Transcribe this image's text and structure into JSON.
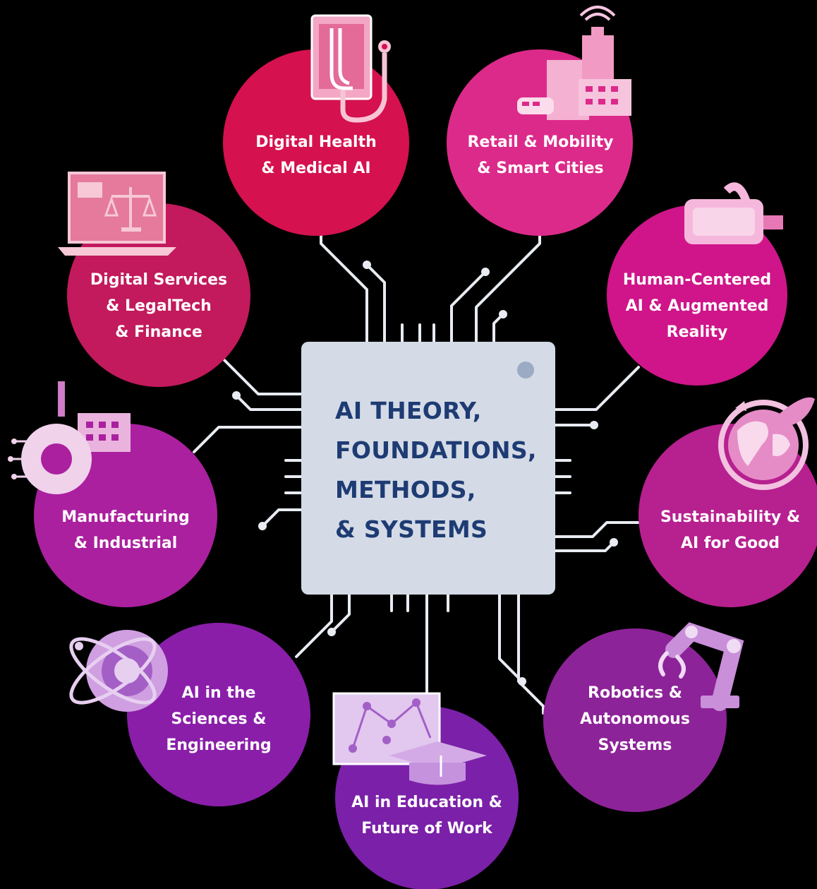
{
  "center": {
    "lines": [
      "AI THEORY,",
      "FOUNDATIONS,",
      "METHODS,",
      "& SYSTEMS"
    ]
  },
  "domains": [
    {
      "id": "digital-health",
      "lines": [
        "Digital Health",
        "& Medical AI"
      ],
      "color": "#d5114f",
      "icon": "stethoscope-tablet-icon"
    },
    {
      "id": "retail-mobility",
      "lines": [
        "Retail & Mobility",
        "& Smart Cities"
      ],
      "color": "#dc2a8a",
      "icon": "smart-city-icon"
    },
    {
      "id": "human-centered",
      "lines": [
        "Human-Centered",
        "AI & Augmented",
        "Reality"
      ],
      "color": "#cf1589",
      "icon": "vr-headset-icon"
    },
    {
      "id": "sustainability",
      "lines": [
        "Sustainability &",
        "AI for Good"
      ],
      "color": "#b7208f",
      "icon": "globe-leaf-icon"
    },
    {
      "id": "robotics",
      "lines": [
        "Robotics &",
        "Autonomous",
        "Systems"
      ],
      "color": "#8d2398",
      "icon": "robot-arm-icon"
    },
    {
      "id": "education",
      "lines": [
        "AI in Education &",
        "Future of Work"
      ],
      "color": "#7b20a8",
      "icon": "graduation-cap-icon"
    },
    {
      "id": "sciences",
      "lines": [
        "AI in the",
        "Sciences &",
        "Engineering"
      ],
      "color": "#8a1ea9",
      "icon": "atom-gear-icon"
    },
    {
      "id": "manufacturing",
      "lines": [
        "Manufacturing",
        "& Industrial"
      ],
      "color": "#ab209f",
      "icon": "factory-gear-icon"
    },
    {
      "id": "digital-services",
      "lines": [
        "Digital Services",
        "& LegalTech",
        "& Finance"
      ],
      "color": "#c21a5c",
      "icon": "laptop-scales-icon"
    }
  ]
}
